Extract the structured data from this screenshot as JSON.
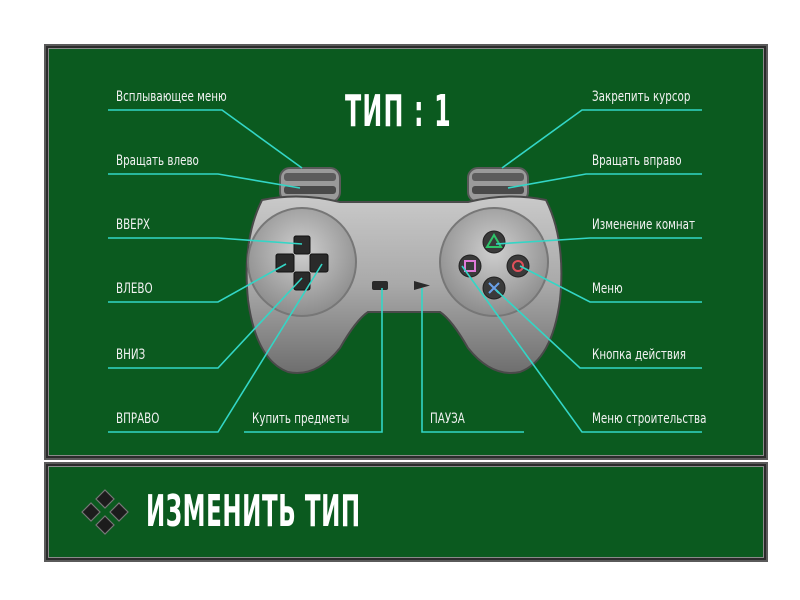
{
  "screen": {
    "title": "ТИП : 1",
    "change_type_label": "ИЗМЕНИТЬ ТИП"
  },
  "left_labels": {
    "popup_menu": "Всплывающее меню",
    "rotate_left": "Вращать влево",
    "up": "ВВЕРХ",
    "left": "ВЛЕВО",
    "down": "ВНИЗ",
    "right": "ВПРАВО"
  },
  "center_labels": {
    "buy_items": "Купить предметы",
    "pause": "ПАУЗА"
  },
  "right_labels": {
    "lock_cursor": "Закрепить курсор",
    "rotate_right": "Вращать вправо",
    "change_room": "Изменение комнат",
    "menu": "Меню",
    "action_button": "Кнопка действия",
    "build_menu": "Меню строительства"
  },
  "colors": {
    "panel_bg": "#0b5a1f",
    "line": "#33d6c6",
    "text": "#f2f2f2",
    "triangle": "#2ec46a",
    "circle": "#e0505a",
    "cross": "#6aa0e8",
    "square": "#e07ad8"
  }
}
